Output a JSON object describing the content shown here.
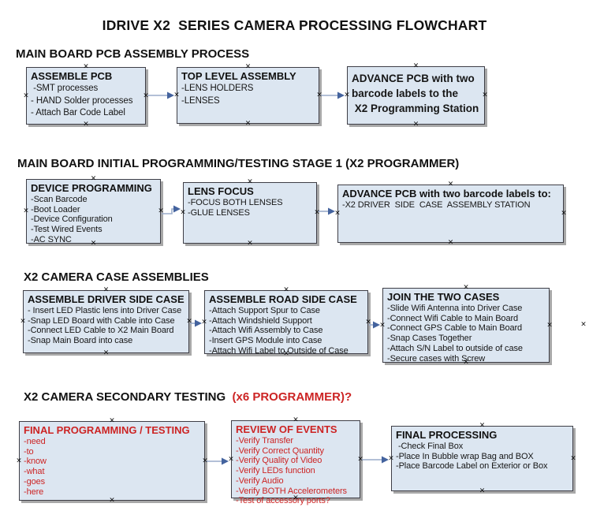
{
  "title": "IDRIVE X2  SERIES CAMERA PROCESSING FLOWCHART",
  "colors": {
    "box_fill": "#dce6f1",
    "box_border": "#3e3e46",
    "box_shadow": "#a8a8a8",
    "arrow_line": "#9aabca",
    "arrow_head": "#44639e",
    "red_text": "#cc2424",
    "black_text": "#111111"
  },
  "icons": {
    "connection_handle": "×"
  },
  "sections": [
    {
      "header": "MAIN BOARD PCB ASSEMBLY PROCESS",
      "header_suffix": "",
      "boxes": [
        {
          "title": "ASSEMBLE PCB",
          "items": [
            " -SMT processes",
            "- HAND Solder processes",
            "- Attach Bar Code Label"
          ],
          "theme": "black",
          "style": "loose"
        },
        {
          "title": "TOP LEVEL ASSEMBLY",
          "items": [
            "-LENS HOLDERS",
            "-LENSES"
          ],
          "theme": "black",
          "style": "loose"
        },
        {
          "title": "",
          "items": [
            "ADVANCE PCB with two",
            "barcode labels to the",
            " X2 Programming Station"
          ],
          "theme": "black",
          "style": "bold-items"
        }
      ]
    },
    {
      "header": "MAIN BOARD INITIAL PROGRAMMING/TESTING STAGE 1 (X2 PROGRAMMER)",
      "header_suffix": "",
      "boxes": [
        {
          "title": "DEVICE PROGRAMMING",
          "items": [
            "-Scan Barcode",
            "-Boot Loader",
            "-Device Configuration",
            "-Test Wired Events",
            "-AC SYNC"
          ],
          "theme": "black",
          "style": "normal"
        },
        {
          "title": "LENS FOCUS",
          "items": [
            "-FOCUS BOTH LENSES",
            "-GLUE LENSES"
          ],
          "theme": "black",
          "style": "normal"
        },
        {
          "title": "ADVANCE PCB with two barcode labels to:",
          "items": [
            "-X2 DRIVER  SIDE  CASE  ASSEMBLY STATION"
          ],
          "theme": "black",
          "style": "normal"
        }
      ]
    },
    {
      "header": "X2 CAMERA CASE ASSEMBLIES",
      "header_suffix": "",
      "boxes": [
        {
          "title": "ASSEMBLE DRIVER SIDE CASE",
          "items": [
            "- Insert LED Plastic lens into Driver Case",
            "-Snap LED Board with Cable into Case",
            "-Connect LED Cable to X2 Main Board",
            "-Snap Main Board into case"
          ],
          "theme": "black",
          "style": "normal"
        },
        {
          "title": "ASSEMBLE ROAD SIDE CASE",
          "items": [
            "-Attach Support Spur to Case",
            "-Attach Windshield Support",
            "-Attach Wifi Assembly to Case",
            "-Insert GPS Module into Case",
            "-Attach Wifi Label to Outside of Case"
          ],
          "theme": "black",
          "style": "normal"
        },
        {
          "title": "JOIN THE TWO CASES",
          "items": [
            "-Slide Wifi Antenna into Driver Case",
            "-Connect Wifi Cable to Main Board",
            "-Connect GPS Cable to Main Board",
            "-Snap Cases Together",
            "-Attach S/N Label to outside of case",
            "-Secure cases with Screw"
          ],
          "theme": "black",
          "style": "normal"
        }
      ]
    },
    {
      "header": "X2 CAMERA SECONDARY TESTING ",
      "header_suffix": " (x6 PROGRAMMER)?",
      "boxes": [
        {
          "title": "FINAL PROGRAMMING / TESTING",
          "items": [
            "-need",
            "-to",
            "-know",
            "-what",
            "-goes",
            "-here"
          ],
          "theme": "red",
          "style": "normal"
        },
        {
          "title": "REVIEW OF EVENTS",
          "items": [
            "-Verify Transfer",
            "-Verify Correct Quantity",
            "-Verify Quality of Video",
            "-Verify LEDs function",
            "-Verify Audio",
            "-Verify BOTH Accelerometers",
            "-Test of accessory ports?"
          ],
          "theme": "red",
          "style": "normal"
        },
        {
          "title": "FINAL PROCESSING",
          "items": [
            " -Check Final Box",
            "-Place In Bubble wrap Bag and BOX",
            "-Place Barcode Label on Exterior or Box"
          ],
          "theme": "black",
          "style": "normal"
        }
      ]
    }
  ]
}
